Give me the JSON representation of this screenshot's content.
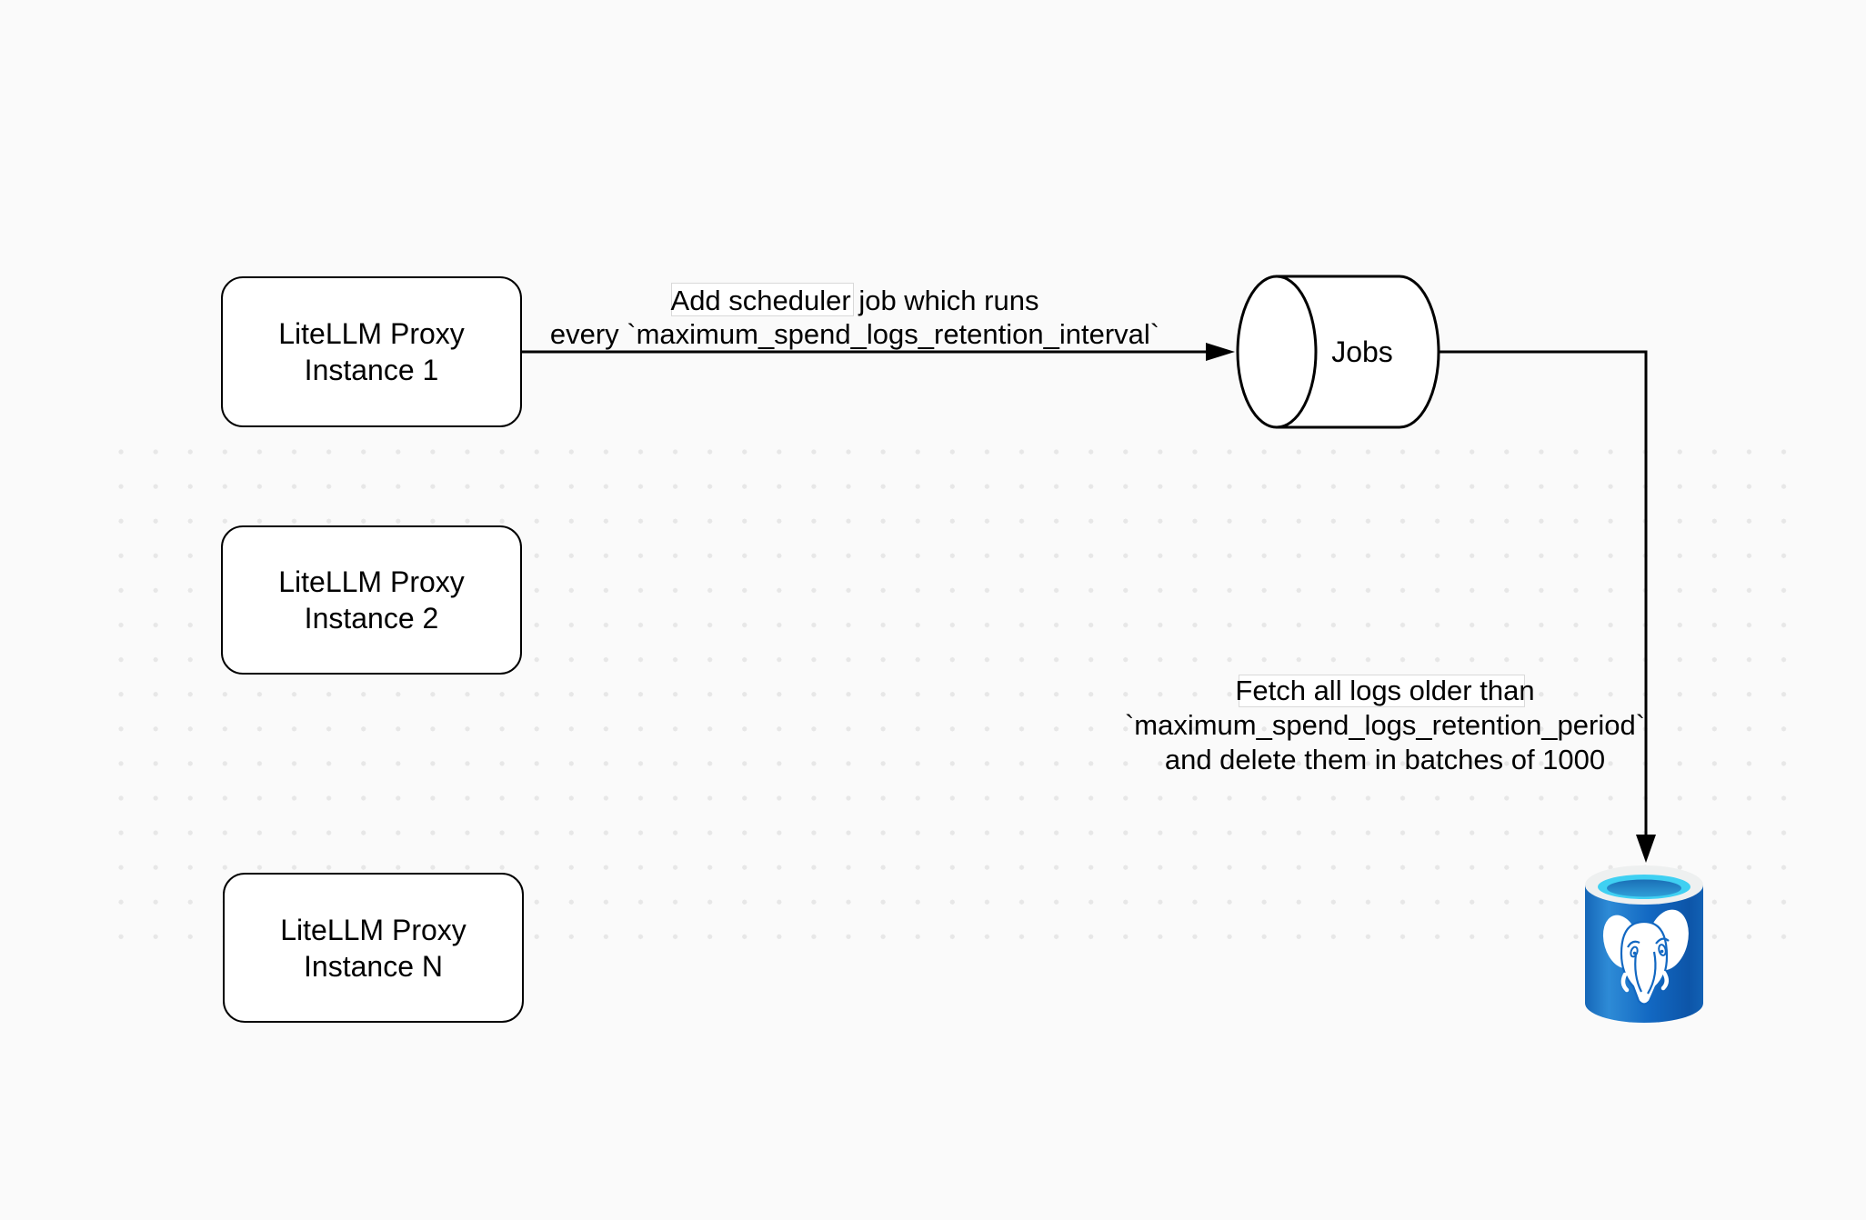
{
  "diagram": {
    "title": "LiteLLM spend logs retention scheduler diagram",
    "nodes": {
      "proxy1": {
        "label": "LiteLLM Proxy\nInstance 1"
      },
      "proxy2": {
        "label": "LiteLLM Proxy\nInstance 2"
      },
      "proxyN": {
        "label": "LiteLLM Proxy\nInstance N"
      },
      "jobs": {
        "label": "Jobs"
      },
      "postgres": {
        "icon": "postgresql-database-icon"
      }
    },
    "edges": {
      "schedule": {
        "label": "Add scheduler job which runs\nevery `maximum_spend_logs_retention_interval`"
      },
      "fetch": {
        "label": "Fetch all logs older than\n`maximum_spend_logs_retention_period`\nand delete them in batches of 1000"
      }
    },
    "colors": {
      "background": "#fafafa",
      "grid_dot": "#e7e7e7",
      "stroke": "#000000",
      "node_fill": "#ffffff",
      "postgres_body_blue": "#1268c2",
      "postgres_body_blue_light": "#2e8bd6",
      "postgres_body_blue_dark": "#0d55a8",
      "postgres_rim_gray": "#eef0f0",
      "postgres_cyan": "#3fd0f2",
      "postgres_inner_blue": "#1b6fb6"
    }
  }
}
